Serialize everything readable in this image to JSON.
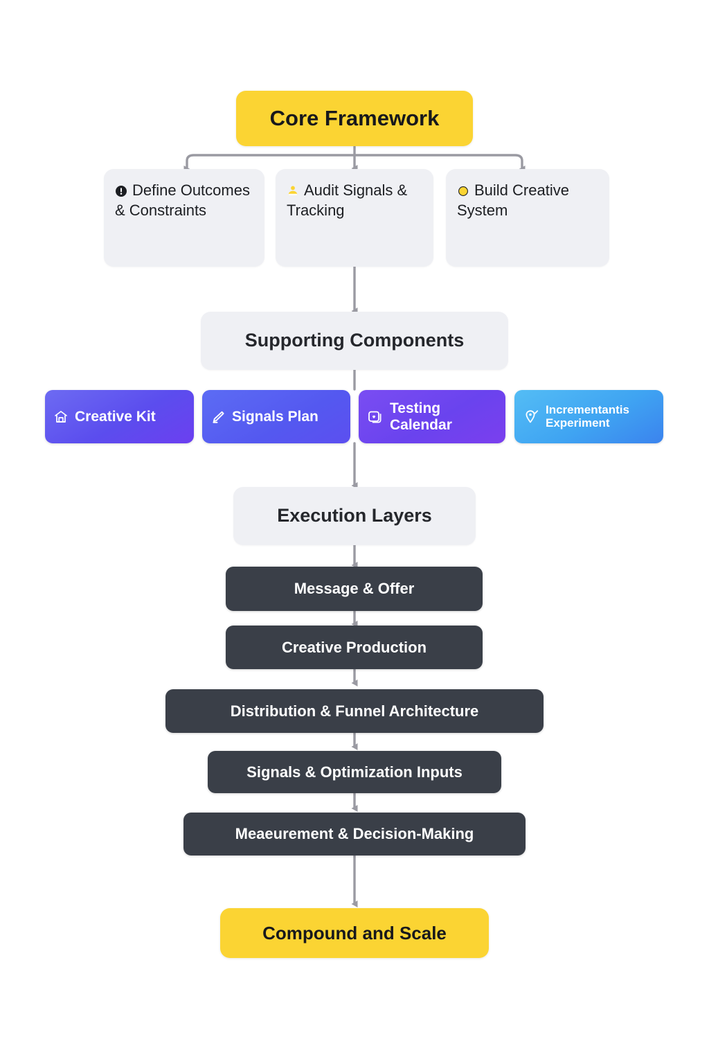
{
  "diagram": {
    "title": "Marketing Core Framework Flowchart",
    "background": "#FFFFFF",
    "colors": {
      "accent_yellow": "#FBD433",
      "panel_grey": "#EFF0F4",
      "dark_bar": "#3A3F48",
      "connector_grey": "#9A9AA2",
      "chip_purple": "#5B4DEE",
      "chip_blue": "#5458F0",
      "chip_violet": "#6A43EE",
      "chip_cyan": "#3FA4F2",
      "text_dark": "#1C1E22",
      "text_light": "#FFFFFF"
    }
  },
  "root": {
    "label": "Core Framework"
  },
  "core_steps": [
    {
      "label": "Define Outcomes & Constraints",
      "icon": "exclamation-circle-icon",
      "icon_glyph": "!"
    },
    {
      "label": "Audit Signals & Tracking",
      "icon": "person-bust-icon",
      "icon_glyph": "person"
    },
    {
      "label": "Build Creative System",
      "icon": "yellow-ring-icon",
      "icon_glyph": "ring"
    }
  ],
  "supporting": {
    "header": "Supporting Components",
    "chips": [
      {
        "label": "Creative Kit",
        "icon": "house-bank-icon"
      },
      {
        "label": "Signals Plan",
        "icon": "pencil-edit-icon"
      },
      {
        "label": "Testing Calendar",
        "icon": "photo-heart-icon"
      },
      {
        "label": "Incrementantis Experiment",
        "icon": "location-pin-check-icon"
      }
    ]
  },
  "execution": {
    "header": "Execution Layers",
    "layers": [
      {
        "label": "Message & Offer"
      },
      {
        "label": "Creative Production"
      },
      {
        "label": "Distribution & Funnel Architecture"
      },
      {
        "label": "Signals & Optimization Inputs"
      },
      {
        "label": "Meaeurement & Decision-Making"
      }
    ]
  },
  "outcome": {
    "label": "Compound and Scale"
  }
}
